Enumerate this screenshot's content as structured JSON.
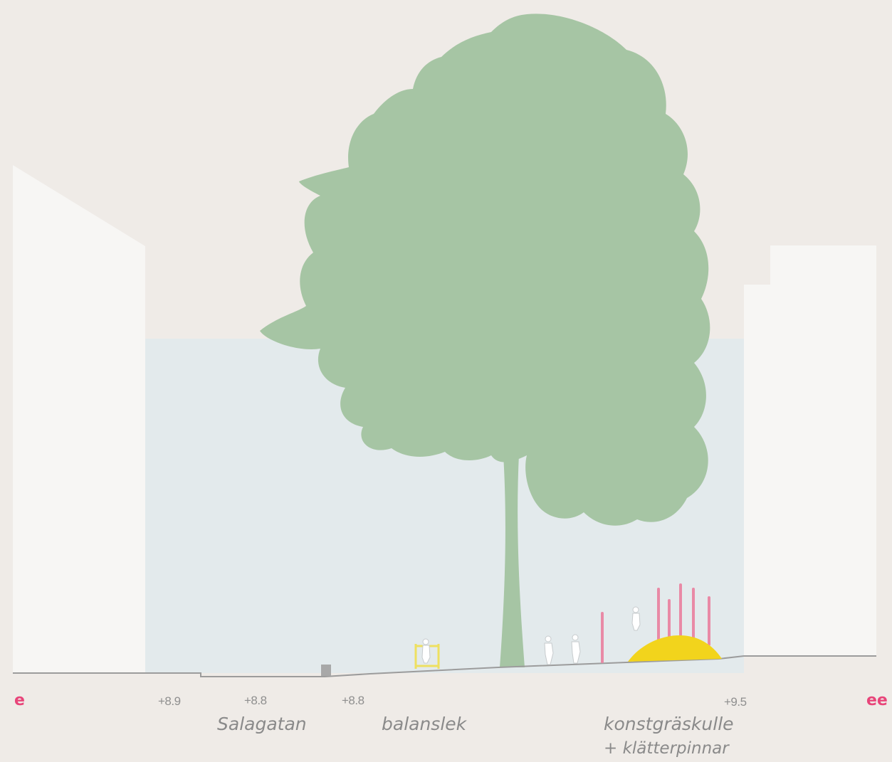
{
  "section_markers": {
    "start": "e",
    "end": "ee"
  },
  "elevations": [
    "+8.9",
    "+8.8",
    "+8.8",
    "+9.5"
  ],
  "places": {
    "street": "Salagatan",
    "balance_play": "balanslek",
    "hill_line1": "konstgräskulle",
    "hill_line2": "+ klätterpinnar"
  },
  "colors": {
    "background": "#efebe7",
    "buildings": "#f7f6f4",
    "sky_backdrop": "#e3eaec",
    "tree": "#a6c5a4",
    "accent_pink": "#e8457a",
    "climbing_poles": "#e98aa6",
    "hill": "#f2d41c",
    "balance_frame": "#eee060",
    "ground_line": "#9c9c9c"
  }
}
